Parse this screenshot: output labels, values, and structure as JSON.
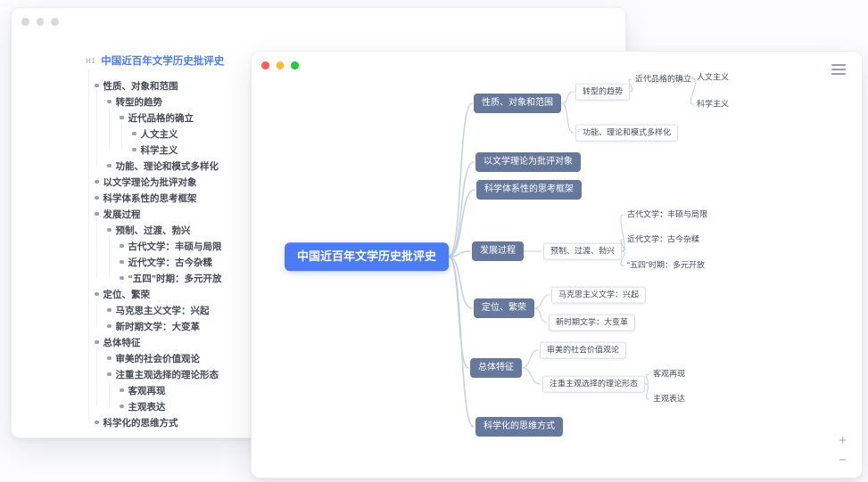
{
  "colors": {
    "accent_blue": "#4b7bf5",
    "branch_bg": "#66789c",
    "traffic_red": "#ff5f57",
    "traffic_yellow": "#febc2e",
    "traffic_green": "#28c840"
  },
  "outline_window": {
    "heading_tag": "H1",
    "title": "中国近百年文学历史批评史",
    "items": [
      {
        "level": 1,
        "text": "性质、对象和范围"
      },
      {
        "level": 2,
        "text": "转型的趋势"
      },
      {
        "level": 3,
        "text": "近代品格的确立"
      },
      {
        "level": 4,
        "text": "人文主义"
      },
      {
        "level": 4,
        "text": "科学主义"
      },
      {
        "level": 2,
        "text": "功能、理论和模式多样化"
      },
      {
        "level": 1,
        "text": "以文学理论为批评对象"
      },
      {
        "level": 1,
        "text": "科学体系性的思考框架"
      },
      {
        "level": 1,
        "text": "发展过程"
      },
      {
        "level": 2,
        "text": "预制、过渡、勃兴"
      },
      {
        "level": 3,
        "text": "古代文学：丰硕与局限"
      },
      {
        "level": 3,
        "text": "近代文学：古今杂糅"
      },
      {
        "level": 3,
        "text": "“五四”时期：多元开放"
      },
      {
        "level": 1,
        "text": "定位、繁荣"
      },
      {
        "level": 2,
        "text": "马克思主义文学：兴起"
      },
      {
        "level": 2,
        "text": "新时期文学：大变革"
      },
      {
        "level": 1,
        "text": "总体特征"
      },
      {
        "level": 2,
        "text": "审美的社会价值观论"
      },
      {
        "level": 2,
        "text": "注重主观选择的理论形态"
      },
      {
        "level": 3,
        "text": "客观再现"
      },
      {
        "level": 3,
        "text": "主观表达"
      },
      {
        "level": 1,
        "text": "科学化的思维方式"
      }
    ]
  },
  "mindmap_window": {
    "center": "中国近百年文学历史批评史",
    "nodes": {
      "nature": "性质、对象和范围",
      "transform_trend": "转型的趋势",
      "modern_character": "近代品格的确立",
      "humanism": "人文主义",
      "scientism": "科学主义",
      "function_modes": "功能、理论和模式多样化",
      "literary_theory": "以文学理论为批评对象",
      "scientific_framework": "科学体系性的思考框架",
      "development": "发展过程",
      "stages": "预制、过渡、勃兴",
      "ancient": "古代文学：丰硕与局限",
      "modern": "近代文学：古今杂糅",
      "mayfourth": "“五四”时期：多元开放",
      "position": "定位、繁荣",
      "marxist": "马克思主义文学：兴起",
      "new_period": "新时期文学：大变革",
      "overall": "总体特征",
      "aesthetic": "审美的社会价值观论",
      "subjective": "注重主观选择的理论形态",
      "objective_rep": "客观再现",
      "subjective_exp": "主观表达",
      "scientific_thinking": "科学化的思维方式"
    },
    "controls": {
      "zoom_in": "+",
      "zoom_out": "−"
    }
  }
}
